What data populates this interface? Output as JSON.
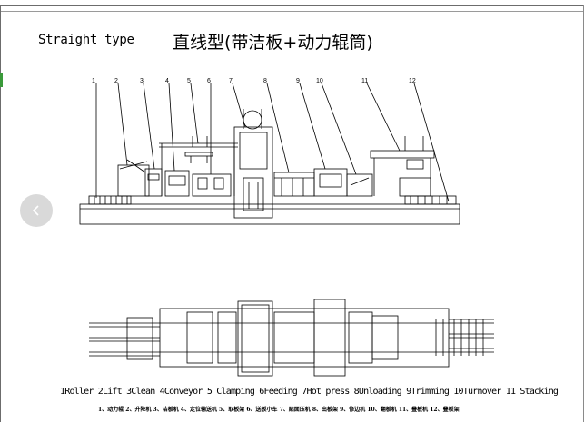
{
  "header": {
    "title_en": "Straight type",
    "title_cn": "直线型(带洁板+动力辊筒)"
  },
  "nav": {
    "prev_icon": "chevron-left-icon"
  },
  "diagram": {
    "callouts": [
      "1",
      "2",
      "3",
      "4",
      "5",
      "6",
      "7",
      "8",
      "9",
      "10",
      "11",
      "12"
    ]
  },
  "legend": {
    "en": "1Roller 2Lift 3Clean 4Conveyor 5 Clamping 6Feeding 7Hot press 8Unloading 9Trimming 10Turnover 11 Stacking",
    "cn": "1、动力辊 2、升降机 3、洁板机 4、定位输送机 5、取板架 6、送板小车 7、贴面压机 8、出板架 9、修边机 10、翻板机 11、叠板机 12、叠板架"
  },
  "colors": {
    "line": "#000000",
    "frame": "#6c6c6c",
    "nav_bg": "#d9d9d9",
    "side_mark": "#3a9a3a"
  }
}
